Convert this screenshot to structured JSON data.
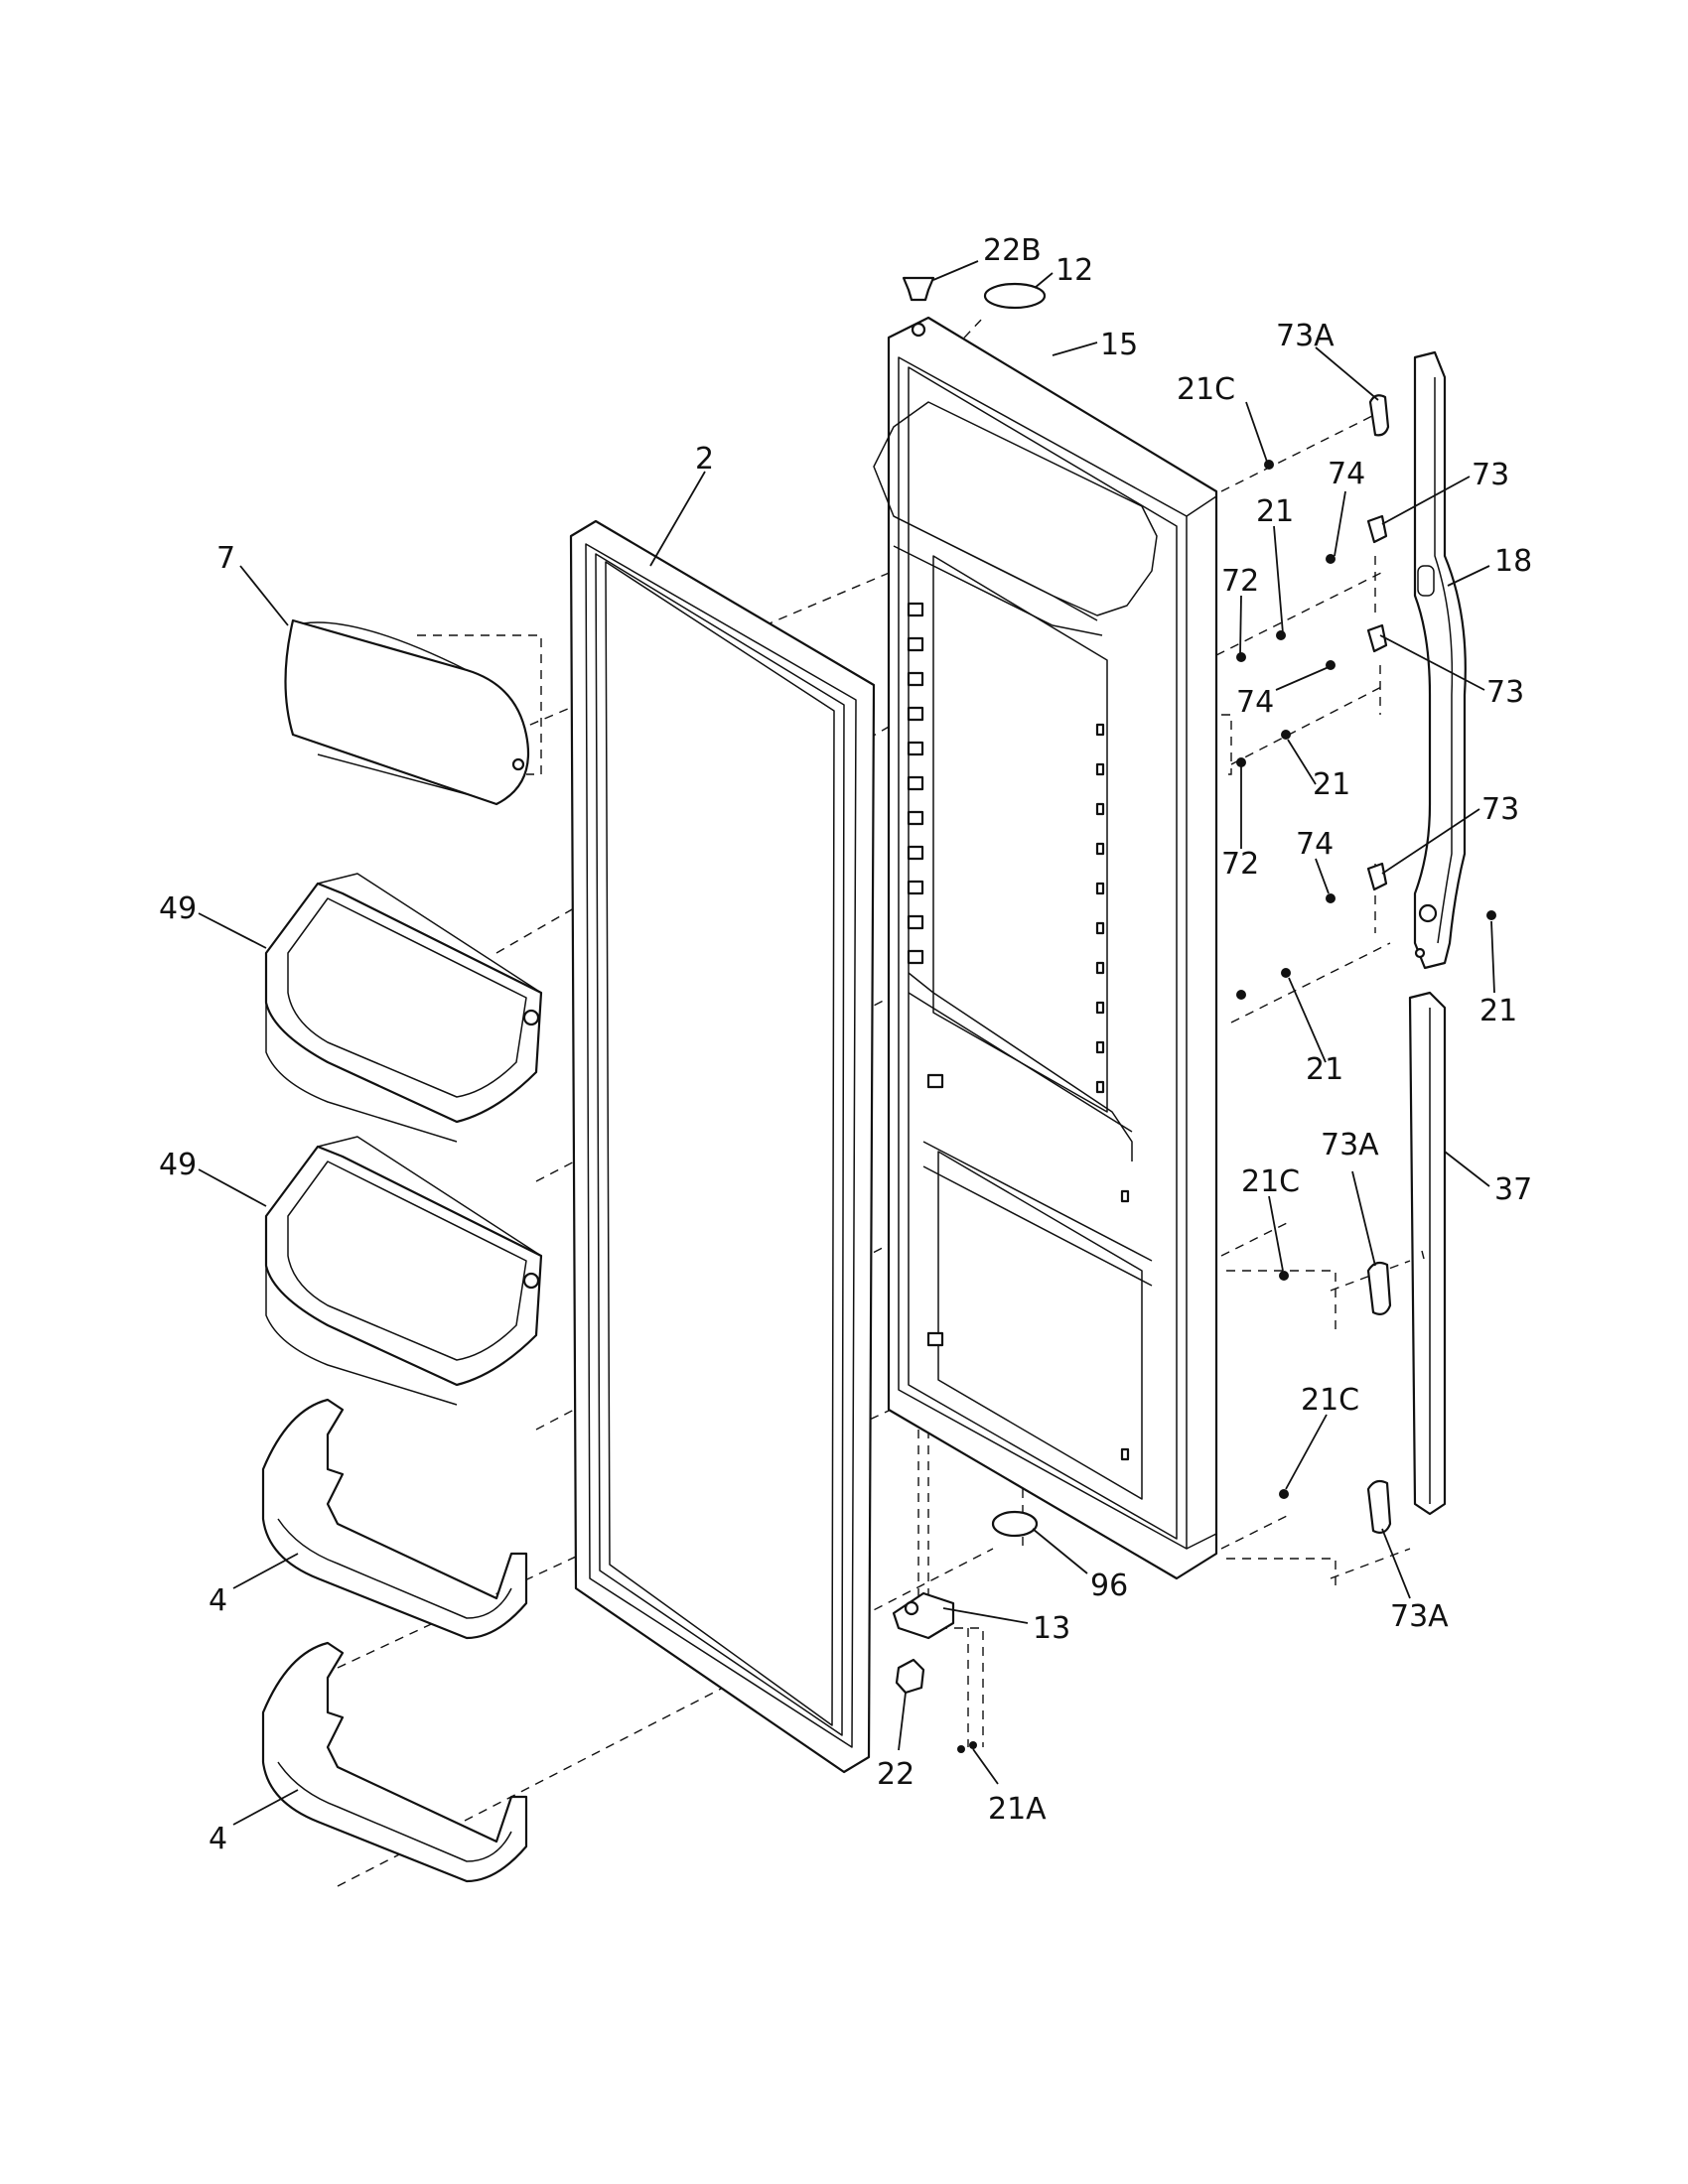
{
  "diagram": {
    "colors": {
      "ink": "#111111",
      "background": "#ffffff"
    },
    "labels": {
      "p22b": "22B",
      "p12": "12",
      "p15": "15",
      "p73a_top": "73A",
      "p21c_top": "21C",
      "p74_a": "74",
      "p73_a": "73",
      "p2": "2",
      "p21_a": "21",
      "p18": "18",
      "p7": "7",
      "p72_a": "72",
      "p74_b": "74",
      "p73_b": "73",
      "p21_b": "21",
      "p72_b": "72",
      "p74_c": "74",
      "p73_c": "73",
      "p49_a": "49",
      "p21_c": "21",
      "p21_d": "21",
      "p73a_mid": "73A",
      "p49_b": "49",
      "p21c_mid": "21C",
      "p37": "37",
      "p21c_bot": "21C",
      "p96": "96",
      "p4_a": "4",
      "p13": "13",
      "p73a_bot": "73A",
      "p22": "22",
      "p21a": "21A",
      "p4_b": "4"
    }
  }
}
